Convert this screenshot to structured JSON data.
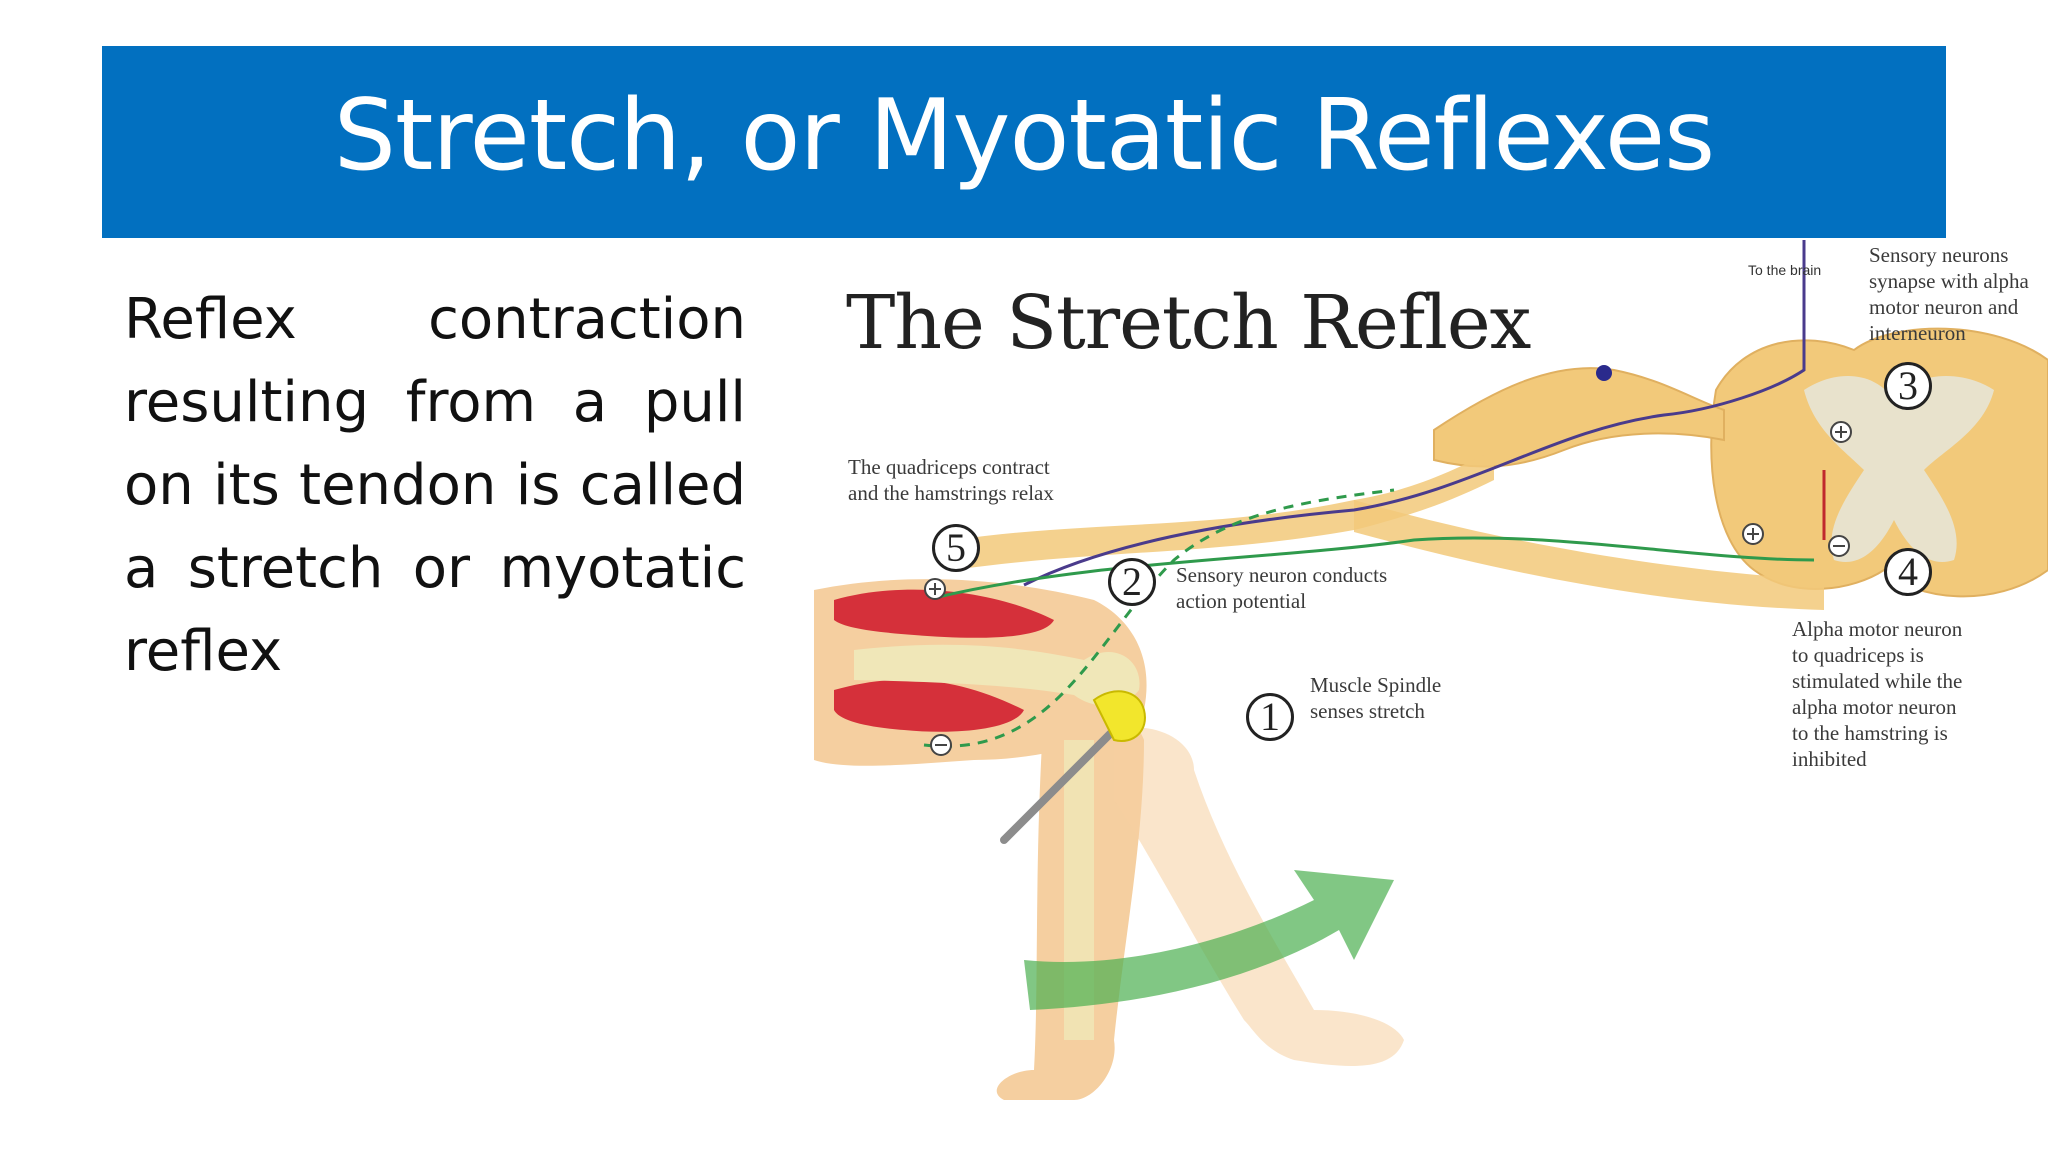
{
  "slide": {
    "title": "Stretch, or Myotatic Reflexes",
    "body_text": "Reflex contraction resulting from a pull on its tendon is called a stretch or myotatic reflex",
    "title_bar_color": "#0270c0"
  },
  "figure": {
    "title": "The Stretch Reflex",
    "to_brain_label": "To the brain",
    "steps": [
      {
        "number": "1",
        "caption": "Muscle Spindle\nsenses stretch"
      },
      {
        "number": "2",
        "caption": "Sensory neuron conducts\naction potential"
      },
      {
        "number": "3",
        "caption": "Sensory neurons\nsynapse with alpha\nmotor neuron and\ninterneuron"
      },
      {
        "number": "4",
        "caption": "Alpha motor neuron\nto quadriceps is\nstimulated while the\nalpha motor neuron\nto the hamstring is\ninhibited"
      },
      {
        "number": "5",
        "caption": "The quadriceps contract\nand the hamstrings relax"
      }
    ]
  }
}
